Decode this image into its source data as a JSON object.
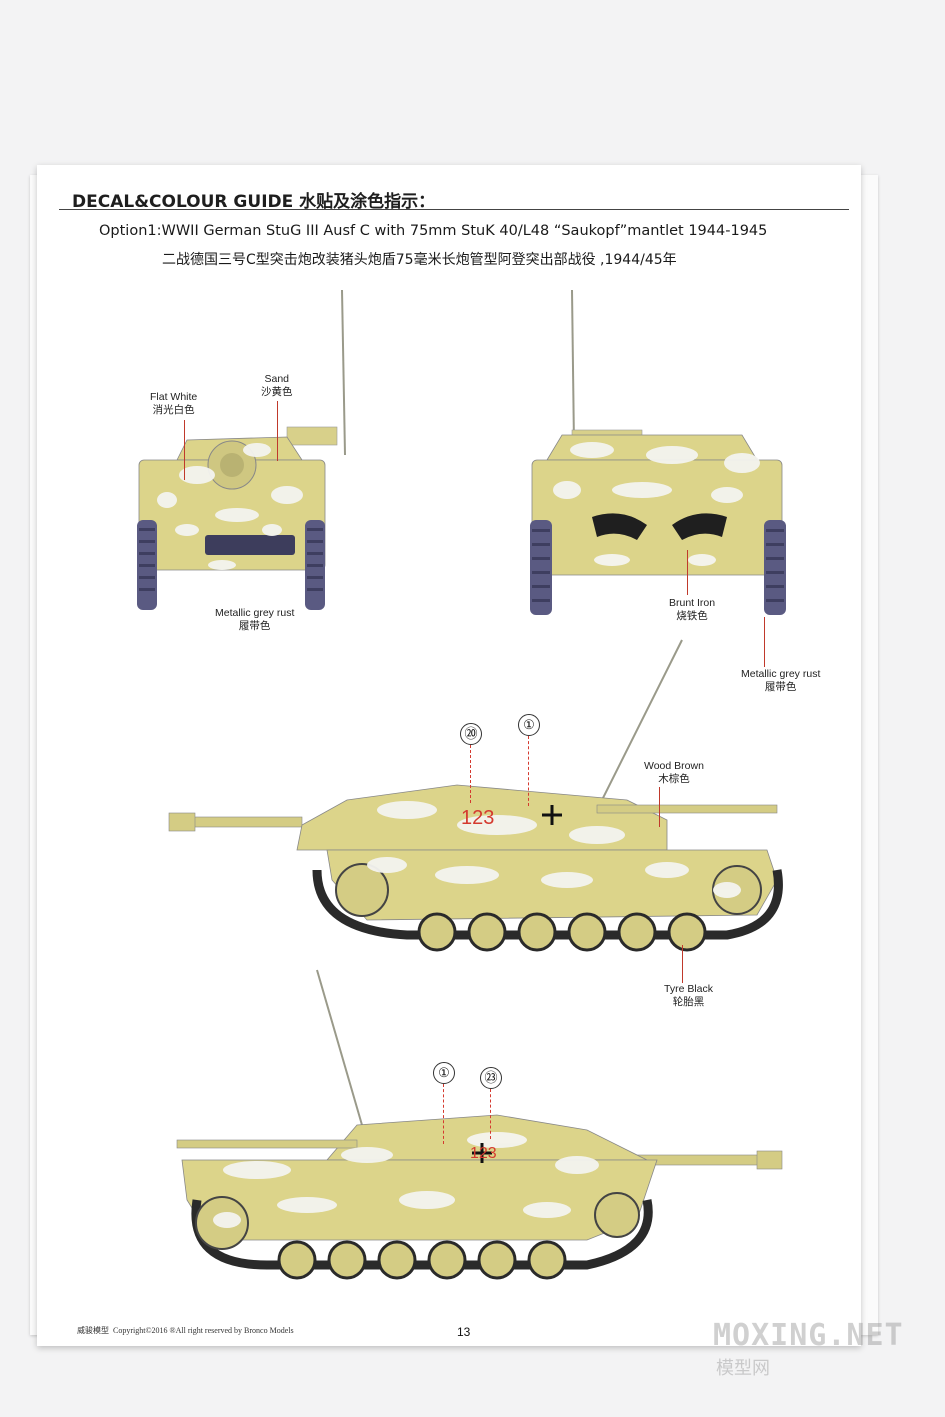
{
  "header": {
    "title": "DECAL&COLOUR GUIDE 水贴及涂色指示：",
    "option_en": "Option1:WWII German StuG III Ausf C with 75mm StuK 40/L48 “Saukopf”mantlet 1944-1945",
    "option_cn": "二战德国三号C型突击炮改装猪头炮盾75毫米长炮管型阿登突出部战役 ,1944/45年"
  },
  "labels": {
    "flat_white_en": "Flat White",
    "flat_white_cn": "消光白色",
    "sand_en": "Sand",
    "sand_cn": "沙黄色",
    "metallic_front_en": "Metallic grey rust",
    "metallic_front_cn": "履带色",
    "brunt_iron_en": "Brunt Iron",
    "brunt_iron_cn": "烧铁色",
    "metallic_rear_en": "Metallic grey rust",
    "metallic_rear_cn": "履带色",
    "wood_brown_en": "Wood Brown",
    "wood_brown_cn": "木棕色",
    "tyre_black_en": "Tyre Black",
    "tyre_black_cn": "轮胎黑"
  },
  "decals": {
    "callout_20": "⑳",
    "callout_1_top": "①",
    "callout_1_bottom": "①",
    "callout_23": "㉓",
    "number_text": "123"
  },
  "footer": {
    "brand_cn": "威骏模型",
    "copyright": "Copyright©2016  ®All right reserved by Bronco Models",
    "page": "13"
  },
  "watermark": {
    "en": "MOXING.NET",
    "cn": "模型网"
  },
  "colors": {
    "sand": "#dcd48a",
    "white_camo": "#f4f4f0",
    "track": "#5a5a82",
    "tyre": "#2a2a2a",
    "leader": "#c0392b"
  }
}
